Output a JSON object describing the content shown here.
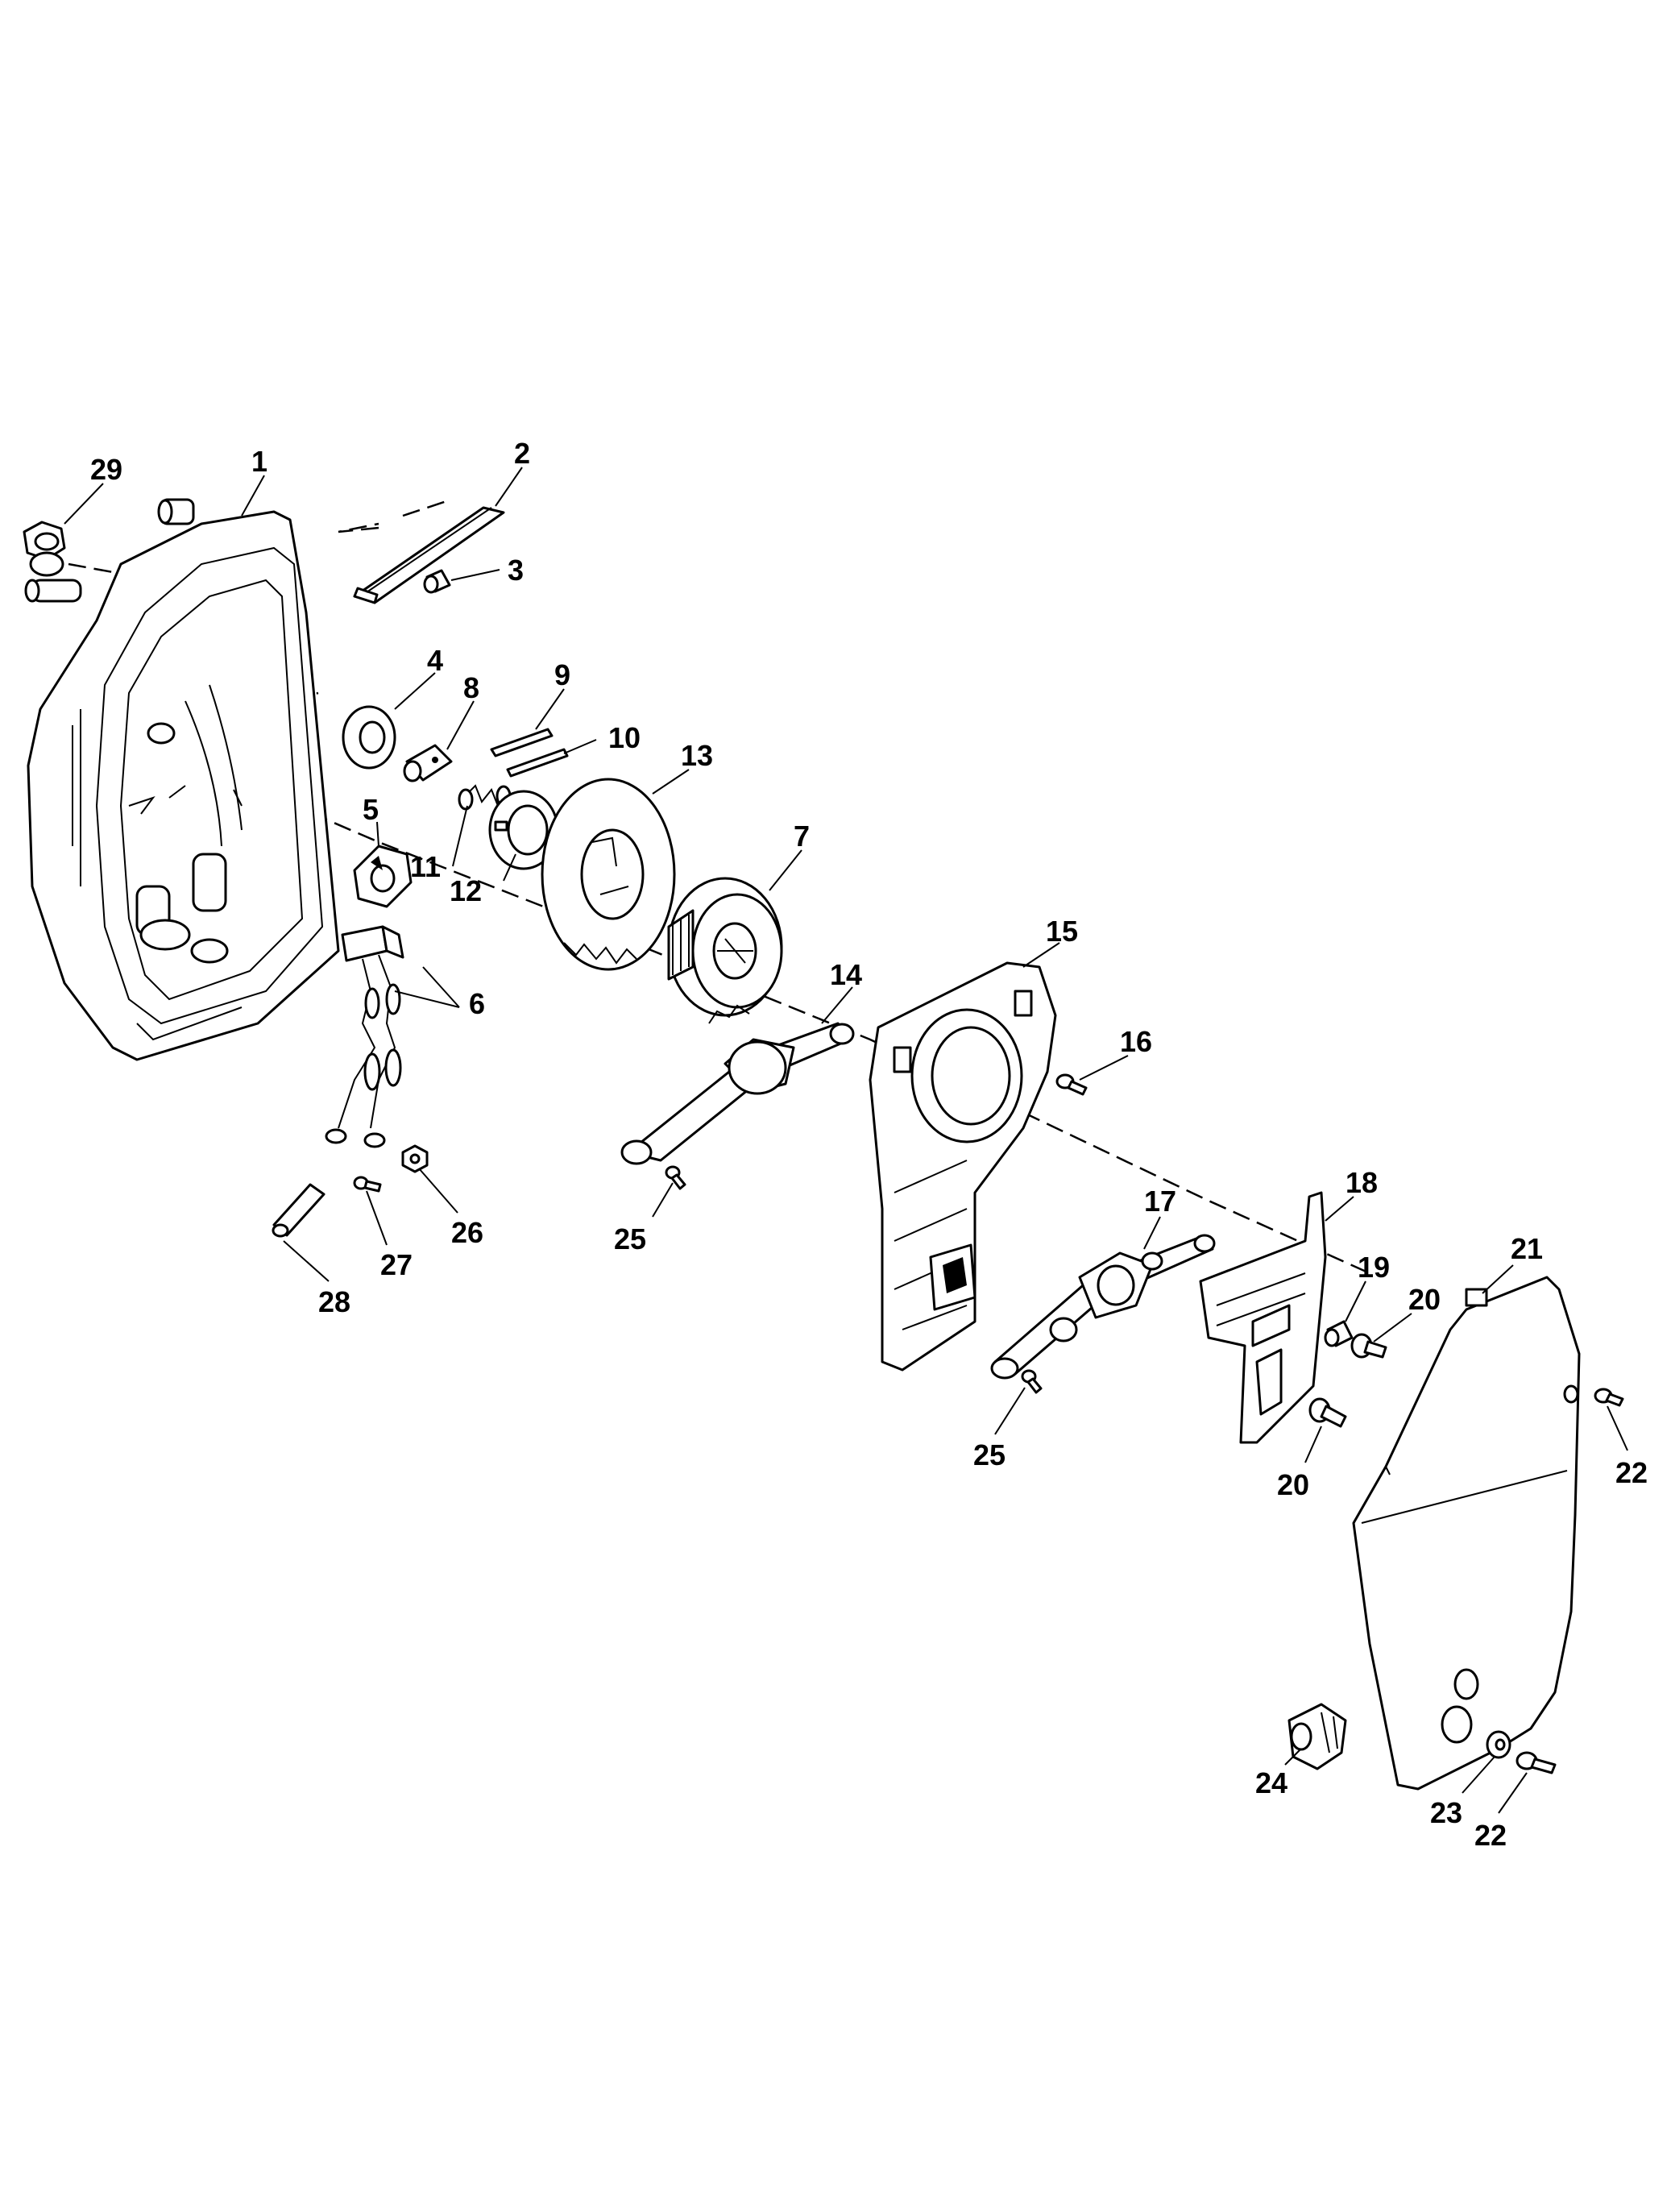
{
  "callouts": [
    {
      "id": "p1",
      "text": "1"
    },
    {
      "id": "p2",
      "text": "2"
    },
    {
      "id": "p3",
      "text": "3"
    },
    {
      "id": "p4",
      "text": "4"
    },
    {
      "id": "p5",
      "text": "5"
    },
    {
      "id": "p6",
      "text": "6"
    },
    {
      "id": "p7",
      "text": "7"
    },
    {
      "id": "p8",
      "text": "8"
    },
    {
      "id": "p9",
      "text": "9"
    },
    {
      "id": "p10",
      "text": "10"
    },
    {
      "id": "p11",
      "text": "11"
    },
    {
      "id": "p12",
      "text": "12"
    },
    {
      "id": "p13",
      "text": "13"
    },
    {
      "id": "p14",
      "text": "14"
    },
    {
      "id": "p15",
      "text": "15"
    },
    {
      "id": "p16",
      "text": "16"
    },
    {
      "id": "p17",
      "text": "17"
    },
    {
      "id": "p18",
      "text": "18"
    },
    {
      "id": "p19",
      "text": "19"
    },
    {
      "id": "p20a",
      "text": "20"
    },
    {
      "id": "p20b",
      "text": "20"
    },
    {
      "id": "p21",
      "text": "21"
    },
    {
      "id": "p22a",
      "text": "22"
    },
    {
      "id": "p22b",
      "text": "22"
    },
    {
      "id": "p23",
      "text": "23"
    },
    {
      "id": "p24",
      "text": "24"
    },
    {
      "id": "p25a",
      "text": "25"
    },
    {
      "id": "p25b",
      "text": "25"
    },
    {
      "id": "p26",
      "text": "26"
    },
    {
      "id": "p27",
      "text": "27"
    },
    {
      "id": "p28",
      "text": "28"
    },
    {
      "id": "p29",
      "text": "29"
    }
  ]
}
